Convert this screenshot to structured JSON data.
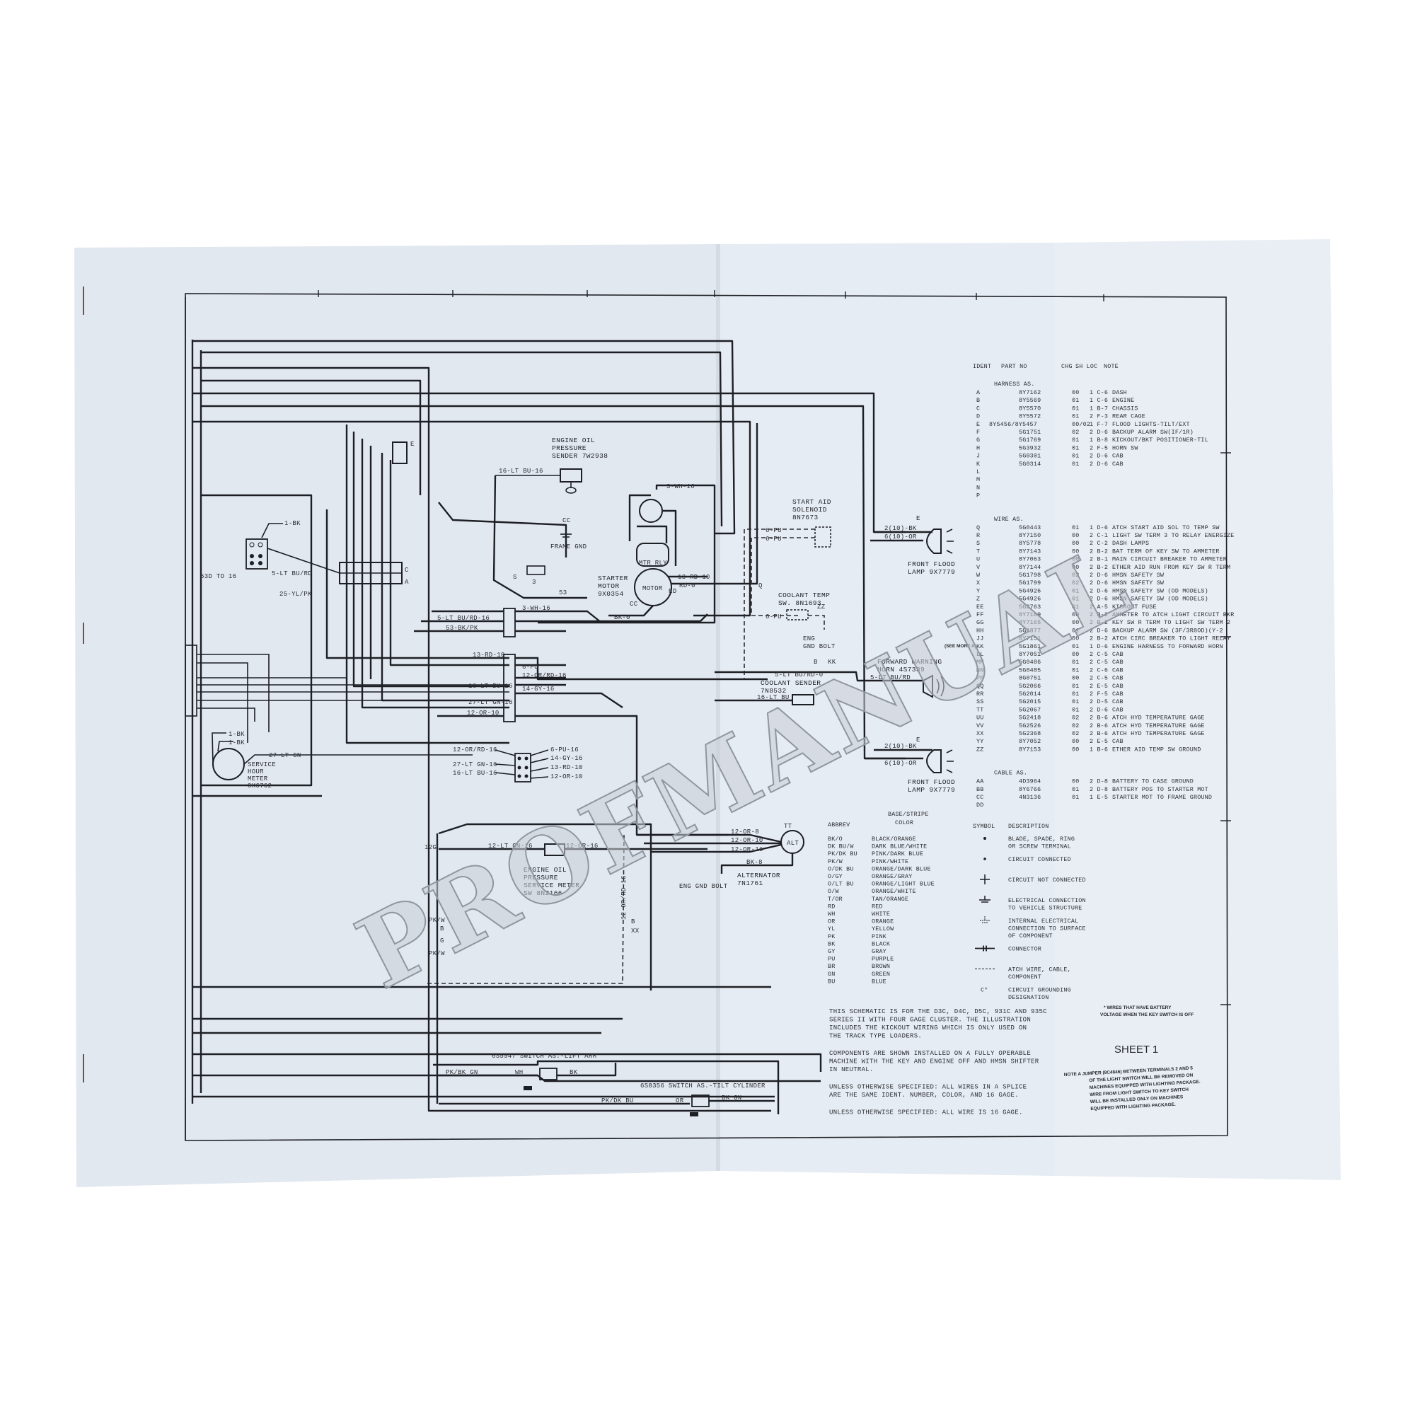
{
  "colors": {
    "paper": "#e4eaf1",
    "paper_right": "#eef2f6",
    "ink": "#1d1f24",
    "background": "#ffffff",
    "watermark": "#c9ced5"
  },
  "watermark": "PROFMANUAL",
  "components": {
    "engine_oil_pressure_sender": [
      "ENGINE OIL",
      "PRESSURE",
      "SENDER 7W2938"
    ],
    "frame_gnd": "FRAME GND",
    "cc1": "CC",
    "starter_motor": [
      "STARTER",
      "MOTOR",
      "9X0354"
    ],
    "motor": "MOTOR",
    "mtr_relay": "MTR RLY",
    "start_aid_solenoid": [
      "START AID",
      "SOLENOID",
      "8N7673"
    ],
    "coolant_temp_sw": [
      "COOLANT TEMP",
      "SW. 8N1693"
    ],
    "eng_gnd_bolt": [
      "ENG",
      "GND BOLT"
    ],
    "coolant_sender": [
      "COOLANT SENDER",
      "7N8532"
    ],
    "forward_warning_horn": [
      "FORWARD WARNING",
      "HORN 4S7339"
    ],
    "front_flood_lamp_1": [
      "FRONT FLOOD",
      "LAMP 9X7779"
    ],
    "front_flood_lamp_2": [
      "FRONT FLOOD",
      "LAMP 9X7779"
    ],
    "service_hour_meter": [
      "SERVICE",
      "HOUR",
      "METER",
      "9X6762"
    ],
    "engine_oil_pressure_meter_sw": [
      "ENGINE OIL",
      "PRESSURE",
      "SERVICE METER",
      "SW 8N2166"
    ],
    "alternator": [
      "ALTERNATOR",
      "7N1761"
    ],
    "alt": "ALT",
    "eng_gnd_bolt_2": "ENG GND BOLT",
    "lift_arm_switch": "6S5947 SWITCH AS.-LIFT ARM",
    "tilt_cylinder_switch": "6S8356 SWITCH AS.-TILT CYLINDER"
  },
  "wire_labels": {
    "w1": "16-LT BU-16",
    "w2": "3-WH-16",
    "w3": "13-RD-10",
    "w4": "RD-0",
    "w5": "BK-0",
    "w6": "6-PU",
    "w7": "6-PU",
    "w8": "6-PU",
    "w9": "ZZ",
    "w10": "3-WH-16",
    "w11": "5-LT BU/RD-16",
    "w12": "53-BK/PK",
    "w13": "13-RD-10",
    "w14": "6-PU",
    "w15": "12-OR/RD-16",
    "w16": "16-LT BU-16",
    "w17": "14-GY-16",
    "w18": "27-LT GN-16",
    "w19": "12-OR-10",
    "w20": "1-BK",
    "w21": "5-LT BU/RD",
    "w22": "25-YL/PK",
    "w23": "53D TO 16",
    "w24": "1-BK",
    "w25": "27-LT GN",
    "w26": "1-BK",
    "w27": "12-OR/RD-16",
    "w28": "27-LT GN-16",
    "w29": "16-LT BU-16",
    "w30": "6-PU-16",
    "w31": "14-GY-16",
    "w32": "13-RD-10",
    "w33": "12-OR-10",
    "w34": "2(10)-BK",
    "w35": "6(10)-OR",
    "w36": "2(10)-BK",
    "w37": "6(10)-OR",
    "w38": "5-LT BU/RD-0",
    "w39": "5-LT BU/RD",
    "w40": "16-LT BU",
    "w41": "12-OR-8",
    "w42": "12-OR-10",
    "w43": "12-OR-16",
    "w44": "BK-8",
    "w45": "12-LT GN-16",
    "w46": "12-OR-16",
    "w47": "12-OR/RD-16",
    "w48": "PK/W",
    "w49": "PK/W",
    "w50": "PK/BK GN",
    "w51": "WH",
    "w52": "BK",
    "w53": "PK/DK BU",
    "w54": "OR",
    "w55": "BK GN",
    "t53": "53",
    "t3": "3",
    "tS": "S",
    "tB": "B",
    "tKK": "KK",
    "tE1": "E",
    "tE2": "E",
    "tQ": "Q",
    "tTT": "TT",
    "t12G": "12G",
    "tB2": "B",
    "tG": "G",
    "tXX": "XX",
    "tCC2": "CC",
    "tRD": "RD"
  },
  "parts_table": {
    "header": {
      "ident": "IDENT",
      "part_no": "PART NO",
      "chg": "CHG",
      "sh_loc": "SH LOC",
      "note": "NOTE"
    },
    "sections": [
      {
        "title": "HARNESS AS.",
        "rows": [
          [
            "A",
            "8Y7162",
            "00",
            "1 C-6",
            "DASH"
          ],
          [
            "B",
            "8Y5569",
            "01",
            "1 C-6",
            "ENGINE"
          ],
          [
            "C",
            "8Y5570",
            "01",
            "1 B-7",
            "CHASSIS"
          ],
          [
            "D",
            "8Y5572",
            "01",
            "2 F-3",
            "REAR CAGE"
          ],
          [
            "E",
            "8Y5456/8Y5457",
            "00/02",
            "1 F-7",
            "FLOOD LIGHTS-TILT/EXT"
          ],
          [
            "F",
            "5G1751",
            "02",
            "2 D-6",
            "BACKUP ALARM SW(IF/1R)"
          ],
          [
            "G",
            "5G1769",
            "01",
            "1 B-8",
            "KICKOUT/BKT POSITIONER-TIL"
          ],
          [
            "H",
            "5G3932",
            "01",
            "2 F-5",
            "HORN SW"
          ],
          [
            "J",
            "5G0301",
            "01",
            "2 D-6",
            "CAB"
          ],
          [
            "K",
            "5G0314",
            "01",
            "2 D-6",
            "CAB"
          ],
          [
            "L",
            "",
            "",
            "",
            ""
          ],
          [
            "M",
            "",
            "",
            "",
            ""
          ],
          [
            "N",
            "",
            "",
            "",
            ""
          ],
          [
            "P",
            "",
            "",
            "",
            ""
          ]
        ]
      },
      {
        "title": "WIRE AS.",
        "rows": [
          [
            "Q",
            "5G0443",
            "01",
            "1 D-6",
            "ATCH START AID SOL TO TEMP SW"
          ],
          [
            "R",
            "8Y7150",
            "00",
            "2 C-1",
            "LIGHT SW TERM 3 TO RELAY ENERGIZE"
          ],
          [
            "S",
            "8Y5778",
            "00",
            "2 C-2",
            "DASH LAMPS"
          ],
          [
            "T",
            "8Y7143",
            "00",
            "2 B-2",
            "BAT TERM OF KEY SW TO AMMETER"
          ],
          [
            "U",
            "8Y7063",
            "00",
            "2 B-1",
            "MAIN CIRCUIT BREAKER TO AMMETER"
          ],
          [
            "V",
            "8Y7144",
            "00",
            "2 B-2",
            "ETHER AID RUN FROM KEY SW R TERM"
          ],
          [
            "W",
            "5G1798",
            "02",
            "2 D-6",
            "HMSN SAFETY SW"
          ],
          [
            "X",
            "5G1799",
            "02",
            "2 D-6",
            "HMSN SAFETY SW"
          ],
          [
            "Y",
            "5G4926",
            "01",
            "2 D-6",
            "HMSN SAFETY SW (OD MODELS)"
          ],
          [
            "Z",
            "5G4926",
            "01",
            "2 D-6",
            "HMSN SAFETY SW (OD MODELS)"
          ],
          [
            "EE",
            "5G2763",
            "01",
            "2 A-5",
            "KICKOUT FUSE"
          ],
          [
            "FF",
            "8Y7169",
            "00",
            "2 B-2",
            "AMMETER TO ATCH LIGHT CIRCUIT BKR"
          ],
          [
            "GG",
            "8Y7165",
            "00",
            "2 B-2",
            "KEY SW R TERM TO LIGHT SW TERM 2"
          ],
          [
            "HH",
            "5G1877",
            "01",
            "2 D-6",
            "BACKUP ALARM SW (3F/3R8OD)(Y-2"
          ],
          [
            "JJ",
            "8Y7151",
            "00",
            "2 B-2",
            "ATCH CIRC BREAKER TO LIGHT RELAY"
          ],
          [
            "KK",
            "5G1861",
            "01",
            "1 D-6",
            "ENGINE HARNESS TO FORWARD HORN"
          ],
          [
            "LL",
            "8Y7051",
            "00",
            "2 C-5",
            "CAB"
          ],
          [
            "MM",
            "5G0486",
            "01",
            "2 C-5",
            "CAB"
          ],
          [
            "NN",
            "5G0485",
            "01",
            "2 C-6",
            "CAB"
          ],
          [
            "PP",
            "8G0751",
            "00",
            "2 C-5",
            "CAB"
          ],
          [
            "QQ",
            "5G2066",
            "01",
            "2 E-5",
            "CAB"
          ],
          [
            "RR",
            "5G2014",
            "01",
            "2 F-5",
            "CAB"
          ],
          [
            "SS",
            "5G2015",
            "01",
            "2 D-5",
            "CAB"
          ],
          [
            "TT",
            "5G2067",
            "01",
            "2 D-6",
            "CAB"
          ],
          [
            "UU",
            "5G2418",
            "02",
            "2 B-6",
            "ATCH HYD TEMPERATURE GAGE"
          ],
          [
            "VV",
            "5G2526",
            "02",
            "2 B-6",
            "ATCH HYD TEMPERATURE GAGE"
          ],
          [
            "XX",
            "5G2368",
            "02",
            "2 B-6",
            "ATCH HYD TEMPERATURE GAGE"
          ],
          [
            "YY",
            "8Y7052",
            "00",
            "2 E-5",
            "CAB"
          ],
          [
            "ZZ",
            "8Y7153",
            "00",
            "1 B-6",
            "ETHER AID TEMP SW GROUND"
          ]
        ]
      },
      {
        "title": "CABLE AS.",
        "rows": [
          [
            "AA",
            "4D3964",
            "00",
            "2 D-8",
            "BATTERY TO CASE GROUND"
          ],
          [
            "BB",
            "8Y6766",
            "01",
            "2 D-8",
            "BATTERY POS TO STARTER MOT"
          ],
          [
            "CC",
            "4N3136",
            "01",
            "1 E-5",
            "STARTER MOT TO FRAME GROUND"
          ],
          [
            "DD",
            "",
            "",
            "",
            ""
          ]
        ]
      }
    ],
    "side_mark": "(SEE MORE A)"
  },
  "color_legend": {
    "header_abbrev": "ABBREV",
    "header_color": [
      "BASE/STRIPE",
      "COLOR"
    ],
    "rows": [
      [
        "BK/O",
        "BLACK/ORANGE"
      ],
      [
        "DK BU/W",
        "DARK BLUE/WHITE"
      ],
      [
        "PK/DK BU",
        "PINK/DARK BLUE"
      ],
      [
        "PK/W",
        "PINK/WHITE"
      ],
      [
        "O/DK BU",
        "ORANGE/DARK BLUE"
      ],
      [
        "O/GY",
        "ORANGE/GRAY"
      ],
      [
        "O/LT BU",
        "ORANGE/LIGHT BLUE"
      ],
      [
        "O/W",
        "ORANGE/WHITE"
      ],
      [
        "T/OR",
        "TAN/ORANGE"
      ],
      [
        "RD",
        "RED"
      ],
      [
        "WH",
        "WHITE"
      ],
      [
        "OR",
        "ORANGE"
      ],
      [
        "YL",
        "YELLOW"
      ],
      [
        "PK",
        "PINK"
      ],
      [
        "BK",
        "BLACK"
      ],
      [
        "GY",
        "GRAY"
      ],
      [
        "PU",
        "PURPLE"
      ],
      [
        "BR",
        "BROWN"
      ],
      [
        "GN",
        "GREEN"
      ],
      [
        "BU",
        "BLUE"
      ]
    ]
  },
  "symbol_legend": {
    "header_symbol": "SYMBOL",
    "header_desc": "DESCRIPTION",
    "rows": [
      {
        "icon": "terminal",
        "lines": [
          "BLADE, SPADE, RING",
          "OR SCREW TERMINAL"
        ]
      },
      {
        "icon": "dot",
        "lines": [
          "CIRCUIT CONNECTED"
        ]
      },
      {
        "icon": "cross",
        "lines": [
          "CIRCUIT NOT CONNECTED"
        ]
      },
      {
        "icon": "ground",
        "lines": [
          "ELECTRICAL CONNECTION",
          "TO VEHICLE STRUCTURE"
        ]
      },
      {
        "icon": "internal-ground",
        "lines": [
          "INTERNAL ELECTRICAL",
          "CONNECTION TO SURFACE",
          "OF COMPONENT"
        ]
      },
      {
        "icon": "connector",
        "lines": [
          "CONNECTOR"
        ]
      },
      {
        "icon": "dashed",
        "lines": [
          "ATCH WIRE, CABLE,",
          "COMPONENT"
        ]
      },
      {
        "icon": "C*",
        "lines": [
          "CIRCUIT GROUNDING",
          "DESIGNATION"
        ]
      }
    ]
  },
  "notes": [
    [
      "THIS SCHEMATIC IS FOR THE D3C, D4C, D5C, 931C AND 935C",
      "SERIES II WITH FOUR GAGE CLUSTER. THE ILLUSTRATION",
      "INCLUDES THE KICKOUT WIRING WHICH IS ONLY USED ON",
      "THE TRACK TYPE LOADERS."
    ],
    [
      "COMPONENTS ARE SHOWN INSTALLED ON A FULLY OPERABLE",
      "MACHINE WITH THE KEY AND ENGINE OFF AND HMSN SHIFTER",
      "IN NEUTRAL."
    ],
    [
      "UNLESS OTHERWISE SPECIFIED: ALL WIRES IN A SPLICE",
      "ARE THE SAME IDENT. NUMBER, COLOR, AND 16 GAGE."
    ],
    [
      "UNLESS OTHERWISE SPECIFIED: ALL WIRE IS 16 GAGE."
    ]
  ],
  "battery_note": [
    "* WIRES THAT HAVE BATTERY",
    "VOLTAGE WHEN THE KEY SWITCH IS OFF"
  ],
  "sheet_label": "SHEET 1",
  "jumper_note": [
    "NOTE A JUMPER (8C4846) BETWEEN TERMINALS 2 AND 5",
    "OF THE LIGHT SWITCH WILL BE REMOVED ON",
    "MACHINES EQUIPPED WITH LIGHTING PACKAGE.",
    "WIRE FROM LIGHT SWITCH TO KEY SWITCH",
    "WILL BE INSTALLED ONLY ON MACHINES",
    "EQUIPPED WITH LIGHTING PACKAGE."
  ]
}
